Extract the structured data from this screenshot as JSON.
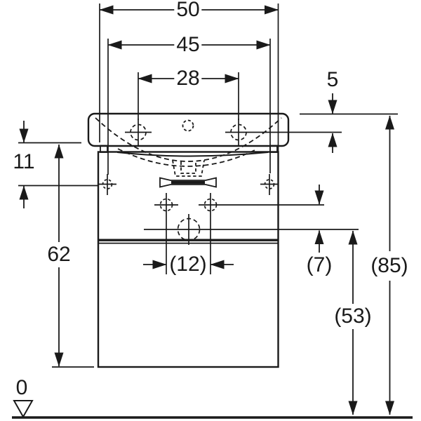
{
  "figure": {
    "type": "technical_drawing",
    "description": "Front-view dimensional drawing of a washbasin on a vanity cabinet with mounting holes, drawer handle and siphon",
    "line_color": "#1a1a1a",
    "background_color": "#ffffff"
  },
  "dimensions": {
    "horizontal": [
      {
        "id": "d50",
        "label": "50"
      },
      {
        "id": "d45",
        "label": "45"
      },
      {
        "id": "d28",
        "label": "28"
      },
      {
        "id": "d12",
        "label": "(12)"
      }
    ],
    "vertical": [
      {
        "id": "d5",
        "label": "5"
      },
      {
        "id": "d11",
        "label": "11"
      },
      {
        "id": "d62",
        "label": "62"
      },
      {
        "id": "d7",
        "label": "(7)"
      },
      {
        "id": "d53",
        "label": "(53)"
      },
      {
        "id": "d85",
        "label": "(85)"
      }
    ],
    "datum": {
      "label": "0"
    }
  }
}
